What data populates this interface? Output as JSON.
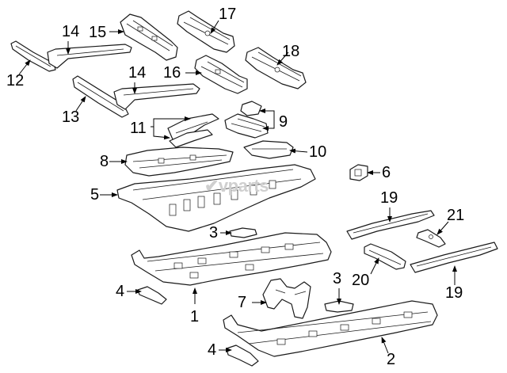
{
  "diagram": {
    "watermark": "✔vparts",
    "callouts": {
      "c1": "1",
      "c2": "2",
      "c3a": "3",
      "c3b": "3",
      "c4a": "4",
      "c4b": "4",
      "c5": "5",
      "c6": "6",
      "c7": "7",
      "c8": "8",
      "c9": "9",
      "c10": "10",
      "c11": "11",
      "c12": "12",
      "c13": "13",
      "c14a": "14",
      "c14b": "14",
      "c15": "15",
      "c16": "16",
      "c17": "17",
      "c18": "18",
      "c19a": "19",
      "c19b": "19",
      "c20": "20",
      "c21": "21"
    }
  }
}
